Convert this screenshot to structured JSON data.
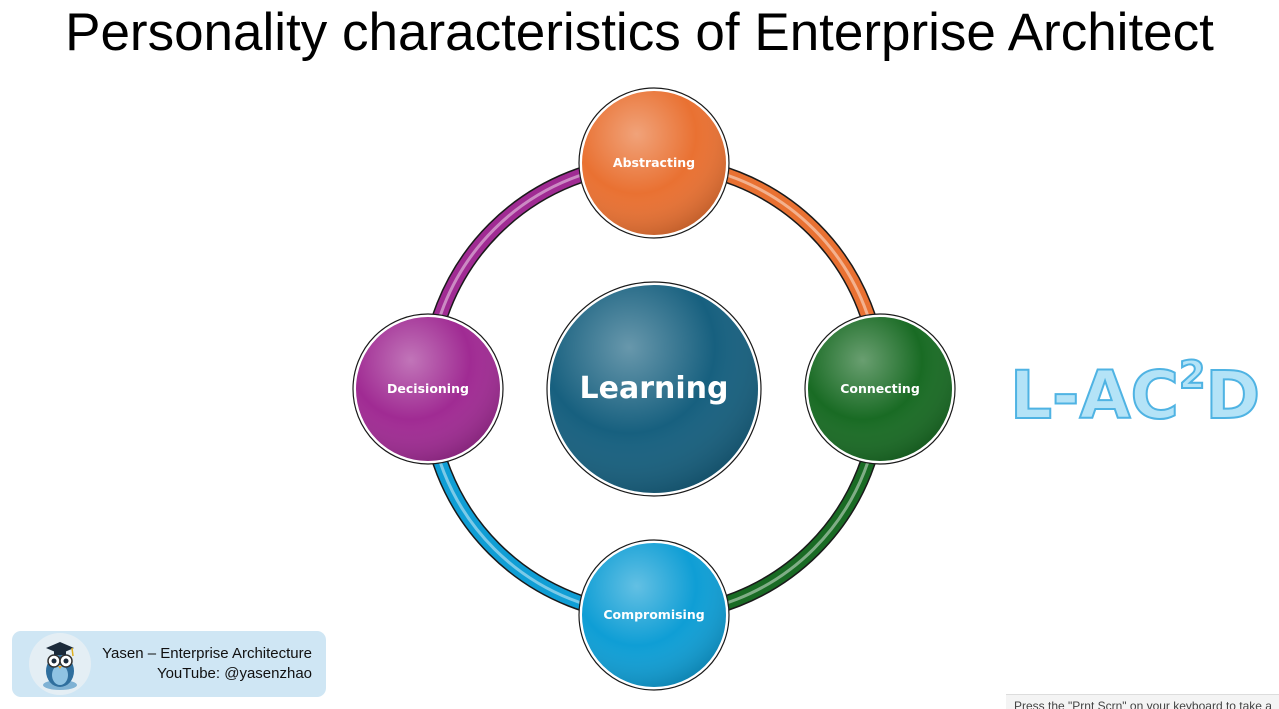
{
  "slide": {
    "title": "Personality characteristics of Enterprise Architect"
  },
  "diagram": {
    "center": {
      "label": "Learning",
      "color": "#17607f"
    },
    "nodes": [
      {
        "label": "Abstracting",
        "color": "#e97132"
      },
      {
        "label": "Connecting",
        "color": "#196b24"
      },
      {
        "label": "Compromising",
        "color": "#0f9ed5"
      },
      {
        "label": "Decisioning",
        "color": "#a02b93"
      }
    ]
  },
  "brand": {
    "prefix": "L-AC",
    "superscript": "2",
    "suffix": "D",
    "color": "#b4e3f7",
    "outline": "#4fb3e3"
  },
  "badge": {
    "line1": "Yasen – Enterprise Architecture",
    "line2": "YouTube: @yasenzhao",
    "avatar_icon": "owl-graduate-icon"
  },
  "hint": {
    "text": "Press the \"Prnt Scrn\" on your keyboard to take a"
  }
}
